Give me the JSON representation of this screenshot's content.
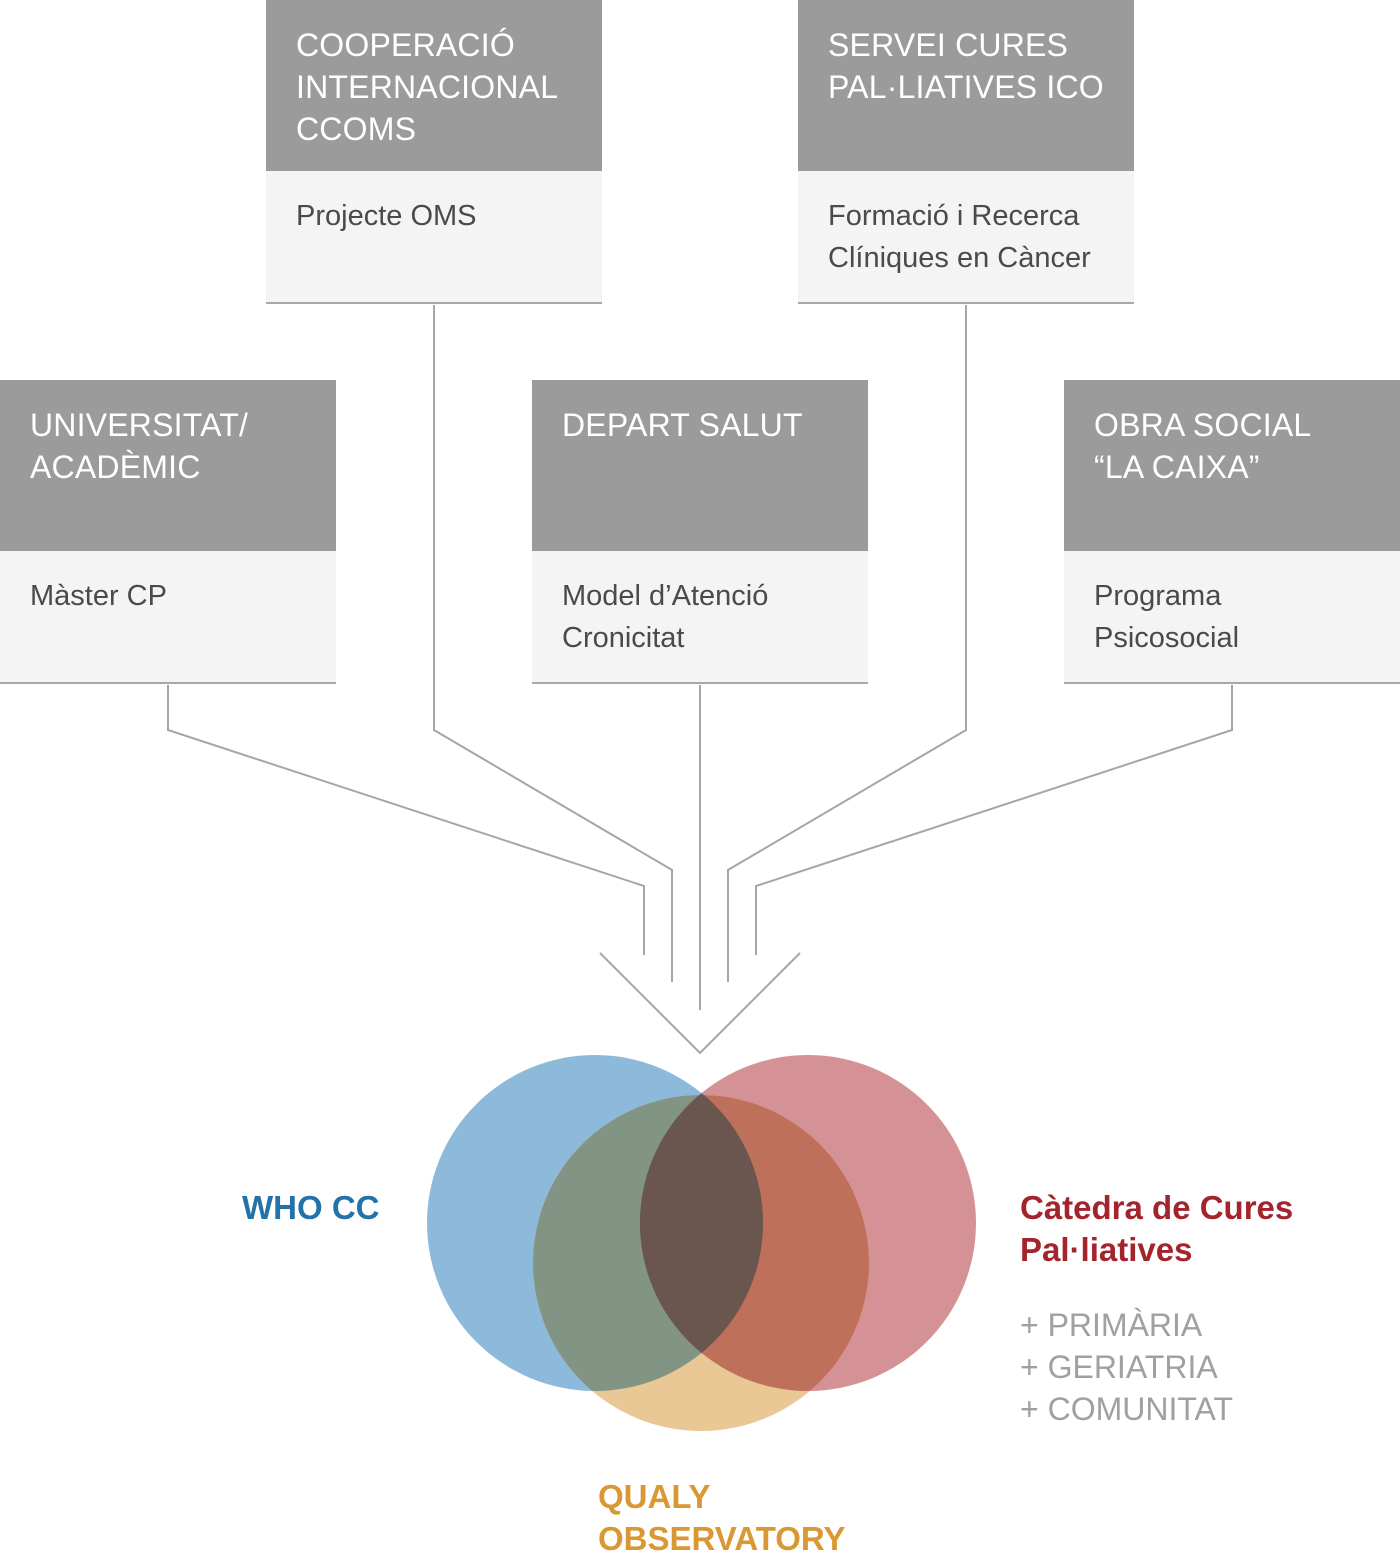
{
  "boxes": {
    "cooperacio": {
      "title": "COOPERACIÓ\nINTERNACIONAL\nCCOMS",
      "body": "Projecte OMS"
    },
    "servei": {
      "title": "SERVEI CURES\nPAL·LIATIVES ICO",
      "body": "Formació i Recerca\nClíniques en Càncer"
    },
    "universitat": {
      "title": "UNIVERSITAT/\nACADÈMIC",
      "body": "Màster CP"
    },
    "depart": {
      "title": "DEPART SALUT",
      "body": "Model d’Atenció\nCronicitat"
    },
    "obra": {
      "title": "OBRA SOCIAL\n“LA CAIXA”",
      "body": "Programa\nPsicosocial"
    }
  },
  "venn": {
    "who": {
      "label": "WHO CC",
      "color": "#2372a8",
      "fill": "#8dbada"
    },
    "catedra": {
      "label": "Càtedra de Cures\nPal·liatives",
      "color": "#a3242c",
      "fill": "#d49297",
      "extras": [
        "+ PRIMÀRIA",
        "+ GERIATRIA",
        "+ COMUNITAT"
      ]
    },
    "qualy": {
      "label": "QUALY\nOBSERVATORY",
      "color": "#d99834",
      "fill": "#e9c895"
    }
  }
}
